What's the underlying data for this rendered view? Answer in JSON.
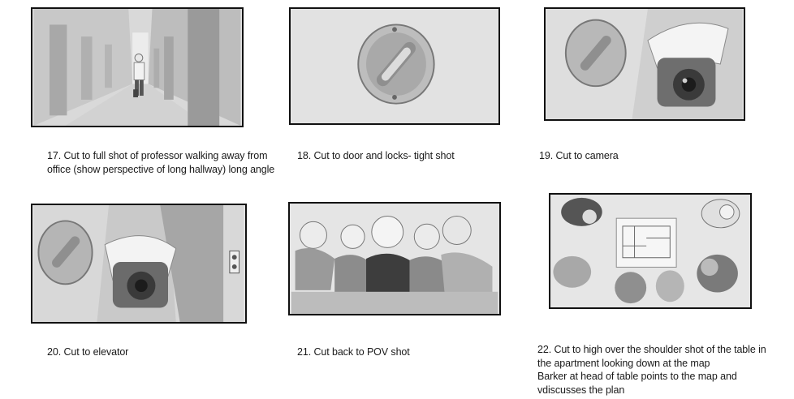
{
  "panels": [
    {
      "id": "p17",
      "number": 17,
      "art": "hallway-professor",
      "caption": "17. Cut to full shot of professor walking away from\noffice (show perspective of long hallway) long angle"
    },
    {
      "id": "p18",
      "number": 18,
      "art": "door-lock",
      "caption": "18. Cut to door and locks- tight shot"
    },
    {
      "id": "p19",
      "number": 19,
      "art": "security-camera",
      "caption": "19. Cut to camera"
    },
    {
      "id": "p20",
      "number": 20,
      "art": "elevator-camera",
      "caption": "20. Cut to elevator"
    },
    {
      "id": "p21",
      "number": 21,
      "art": "group-pov",
      "caption": "21. Cut back to POV shot"
    },
    {
      "id": "p22",
      "number": 22,
      "art": "overhead-table-map",
      "caption": "22. Cut to high over the shoulder shot of the table in\n the apartment looking down at the map\nBarker at head of table points to the map and\nvdiscusses the plan"
    }
  ]
}
